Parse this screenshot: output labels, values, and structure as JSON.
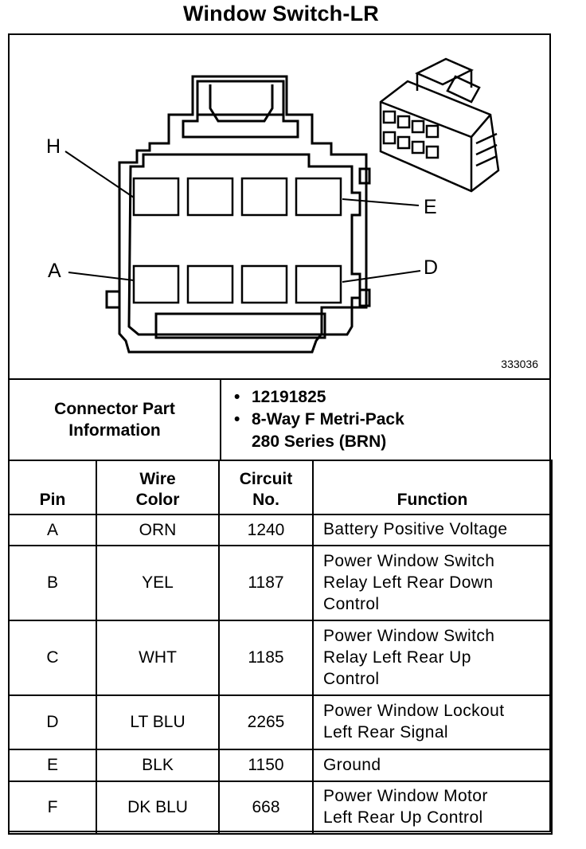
{
  "title": "Window Switch-LR",
  "diagram": {
    "ref_number": "333036",
    "pin_labels": {
      "h": "H",
      "e": "E",
      "a": "A",
      "d": "D"
    }
  },
  "connector": {
    "label_line1": "Connector Part",
    "label_line2": "Information",
    "part_number": "12191825",
    "description_line1": "8-Way F Metri-Pack",
    "description_line2": "280 Series (BRN)",
    "bullet": "•"
  },
  "table": {
    "headers": {
      "pin": "Pin",
      "wire_color_line1": "Wire",
      "wire_color_line2": "Color",
      "circuit_line1": "Circuit",
      "circuit_line2": "No.",
      "function": "Function"
    },
    "rows": [
      {
        "pin": "A",
        "wire_color": "ORN",
        "circuit": "1240",
        "function": [
          "Battery Positive Voltage"
        ]
      },
      {
        "pin": "B",
        "wire_color": "YEL",
        "circuit": "1187",
        "function": [
          "Power Window Switch",
          "Relay Left Rear Down",
          "Control"
        ]
      },
      {
        "pin": "C",
        "wire_color": "WHT",
        "circuit": "1185",
        "function": [
          "Power Window Switch",
          "Relay Left Rear Up",
          "Control"
        ]
      },
      {
        "pin": "D",
        "wire_color": "LT BLU",
        "circuit": "2265",
        "function": [
          "Power Window Lockout",
          "Left Rear Signal"
        ]
      },
      {
        "pin": "E",
        "wire_color": "BLK",
        "circuit": "1150",
        "function": [
          "Ground"
        ]
      },
      {
        "pin": "F",
        "wire_color": "DK BLU",
        "circuit": "668",
        "function": [
          "Power Window Motor",
          "Left Rear Up Control"
        ]
      }
    ]
  }
}
